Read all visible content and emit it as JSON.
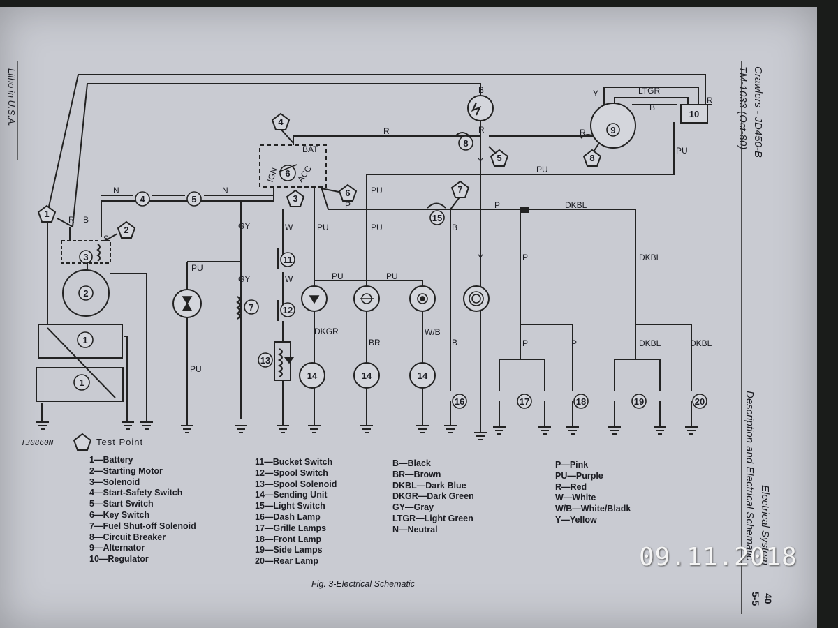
{
  "header": {
    "title_line1": "Crawlers - JD450-B",
    "title_line2": "TM-1033   (Oct-80)",
    "side_section": "Description and Electrical Schematic",
    "side_subsection": "Electrical System",
    "page_number": "40",
    "page_section": "5-5",
    "litho": "Litho in U.S.A."
  },
  "figure": {
    "caption": "Fig. 3-Electrical Schematic",
    "drawing_code": "T30860N",
    "test_point_label": "Test Point"
  },
  "components": [
    "1—Battery",
    "2—Starting Motor",
    "3—Solenoid",
    "4—Start-Safety Switch",
    "5—Start Switch",
    "6—Key Switch",
    "7—Fuel Shut-off Solenoid",
    "8—Circuit Breaker",
    "9—Alternator",
    "10—Regulator"
  ],
  "components2": [
    "11—Bucket Switch",
    "12—Spool Switch",
    "13—Spool Solenoid",
    "14—Sending Unit",
    "15—Light Switch",
    "16—Dash Lamp",
    "17—Grille Lamps",
    "18—Front Lamp",
    "19—Side Lamps",
    "20—Rear Lamp"
  ],
  "colors1": [
    "B—Black",
    "BR—Brown",
    "DKBL—Dark Blue",
    "DKGR—Dark Green",
    "GY—Gray",
    "LTGR—Light Green",
    "N—Neutral"
  ],
  "colors2": [
    "P—Pink",
    "PU—Purple",
    "R—Red",
    "W—White",
    "W/B—White/Bladk",
    "Y—Yellow"
  ],
  "wire_labels": {
    "b": "B",
    "r": "R",
    "y": "Y",
    "ltgr": "LTGR",
    "pu": "PU",
    "p": "P",
    "n": "N",
    "gy": "GY",
    "w": "W",
    "dkbl": "DKBL",
    "dkgr": "DKGR",
    "br": "BR",
    "wb": "W/B",
    "bat": "BAT",
    "ign": "IGN",
    "acc": "ACC",
    "s": "S"
  },
  "node_labels": {
    "n1": "1",
    "n2": "2",
    "n3": "3",
    "n4": "4",
    "n5": "5",
    "n6": "6",
    "n7": "7",
    "n8": "8",
    "n9": "9",
    "n10": "10",
    "n11": "11",
    "n12": "12",
    "n13": "13",
    "n14": "14",
    "n15": "15",
    "n16": "16",
    "n17": "17",
    "n18": "18",
    "n19": "19",
    "n20": "20"
  },
  "photo_stamp": "09.11.2018"
}
